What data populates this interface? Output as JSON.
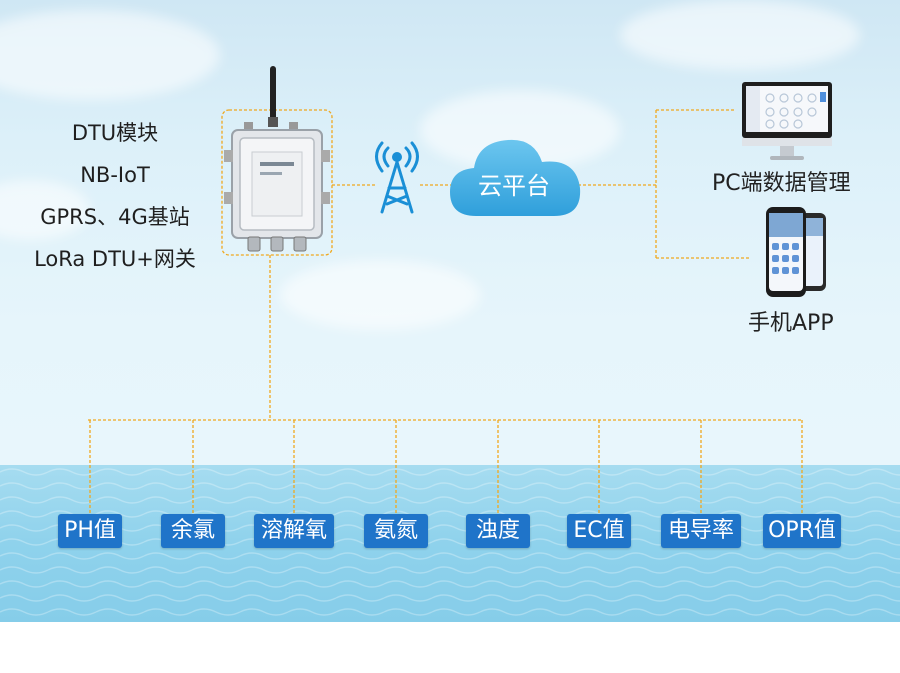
{
  "device": {
    "lines": [
      "DTU模块",
      "NB-IoT",
      "GPRS、4G基站",
      "LoRa DTU+网关"
    ]
  },
  "cloud": {
    "label": "云平台"
  },
  "outputs": {
    "pc_label": "PC端数据管理",
    "mobile_label": "手机APP"
  },
  "sensors": [
    {
      "label": "PH值"
    },
    {
      "label": "余氯"
    },
    {
      "label": "溶解氧"
    },
    {
      "label": "氨氮"
    },
    {
      "label": "浊度"
    },
    {
      "label": "EC值"
    },
    {
      "label": "电导率"
    },
    {
      "label": "OPR值"
    }
  ],
  "colors": {
    "connector": "#f0a81e",
    "sensor_badge": "#1f74c9",
    "cloud": "#3eaee2",
    "tower": "#1a8fd6"
  }
}
